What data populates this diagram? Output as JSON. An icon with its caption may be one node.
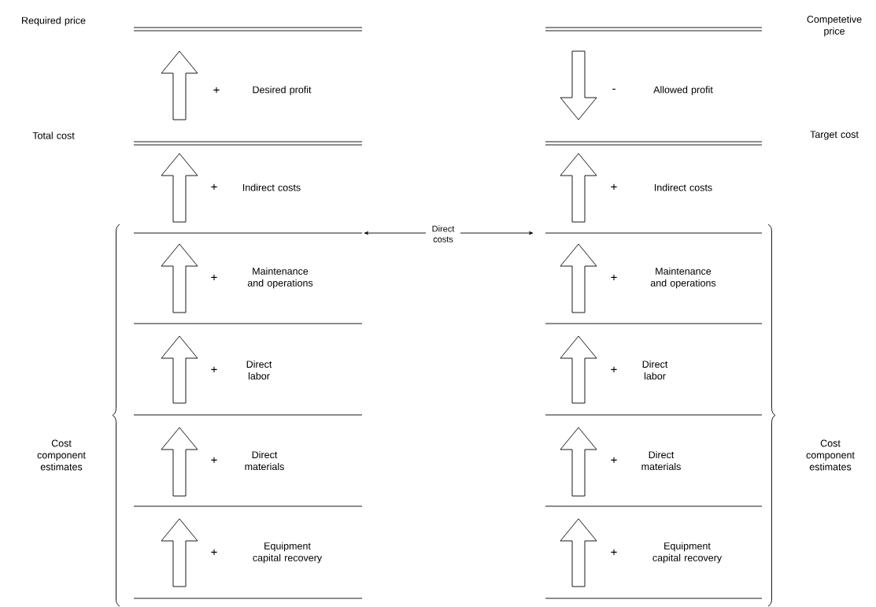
{
  "diagram": {
    "labels": [
      "Required price",
      "Competetive price",
      "+",
      "Desired profit",
      "-",
      "Allowed profit",
      "Total cost",
      "Target cost",
      "+",
      "Indirect costs",
      "+",
      "Indirect costs",
      "Direct costs",
      "+",
      "Maintenance and operations",
      "+",
      "Maintenance and operations",
      "+",
      "Direct labor",
      "+",
      "Direct labor",
      "Cost component estimates",
      "+",
      "Direct materials",
      "+",
      "Direct materials",
      "Cost component estimates",
      "+",
      "Equipment capital recovery",
      "+",
      "Equipment capital recovery"
    ]
  }
}
